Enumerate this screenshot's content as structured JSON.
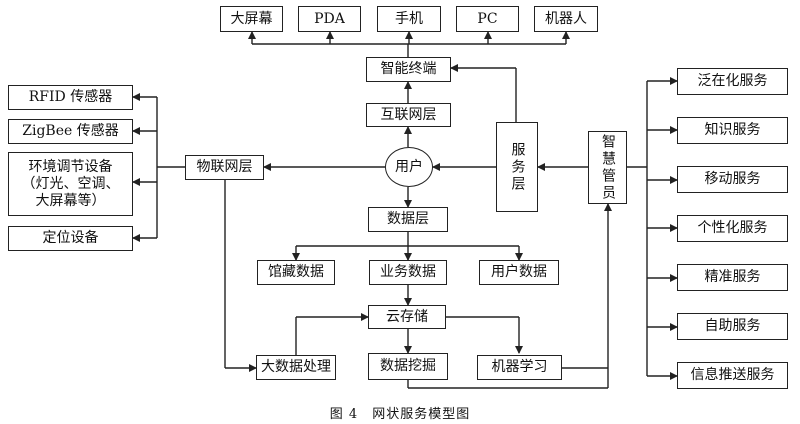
{
  "devices": [
    "大屏幕",
    "PDA",
    "手机",
    "PC",
    "机器人"
  ],
  "terminal": "智能终端",
  "internet_layer": "互联网层",
  "user": "用户",
  "service_layer": "服务层",
  "smart_manager": "智慧管员",
  "iot_layer": "物联网层",
  "sensors": [
    "RFID 传感器",
    "ZigBee 传感器",
    "环境调节设备\n（灯光、空调、\n大屏幕等）",
    "定位设备"
  ],
  "data_layer": "数据层",
  "data_types": [
    "馆藏数据",
    "业务数据",
    "用户数据"
  ],
  "cloud_storage": "云存储",
  "processing": [
    "大数据处理",
    "数据挖掘",
    "机器学习"
  ],
  "services": [
    "泛在化服务",
    "知识服务",
    "移动服务",
    "个性化服务",
    "精准服务",
    "自助服务",
    "信息推送服务"
  ],
  "caption": "图 4　网状服务模型图"
}
